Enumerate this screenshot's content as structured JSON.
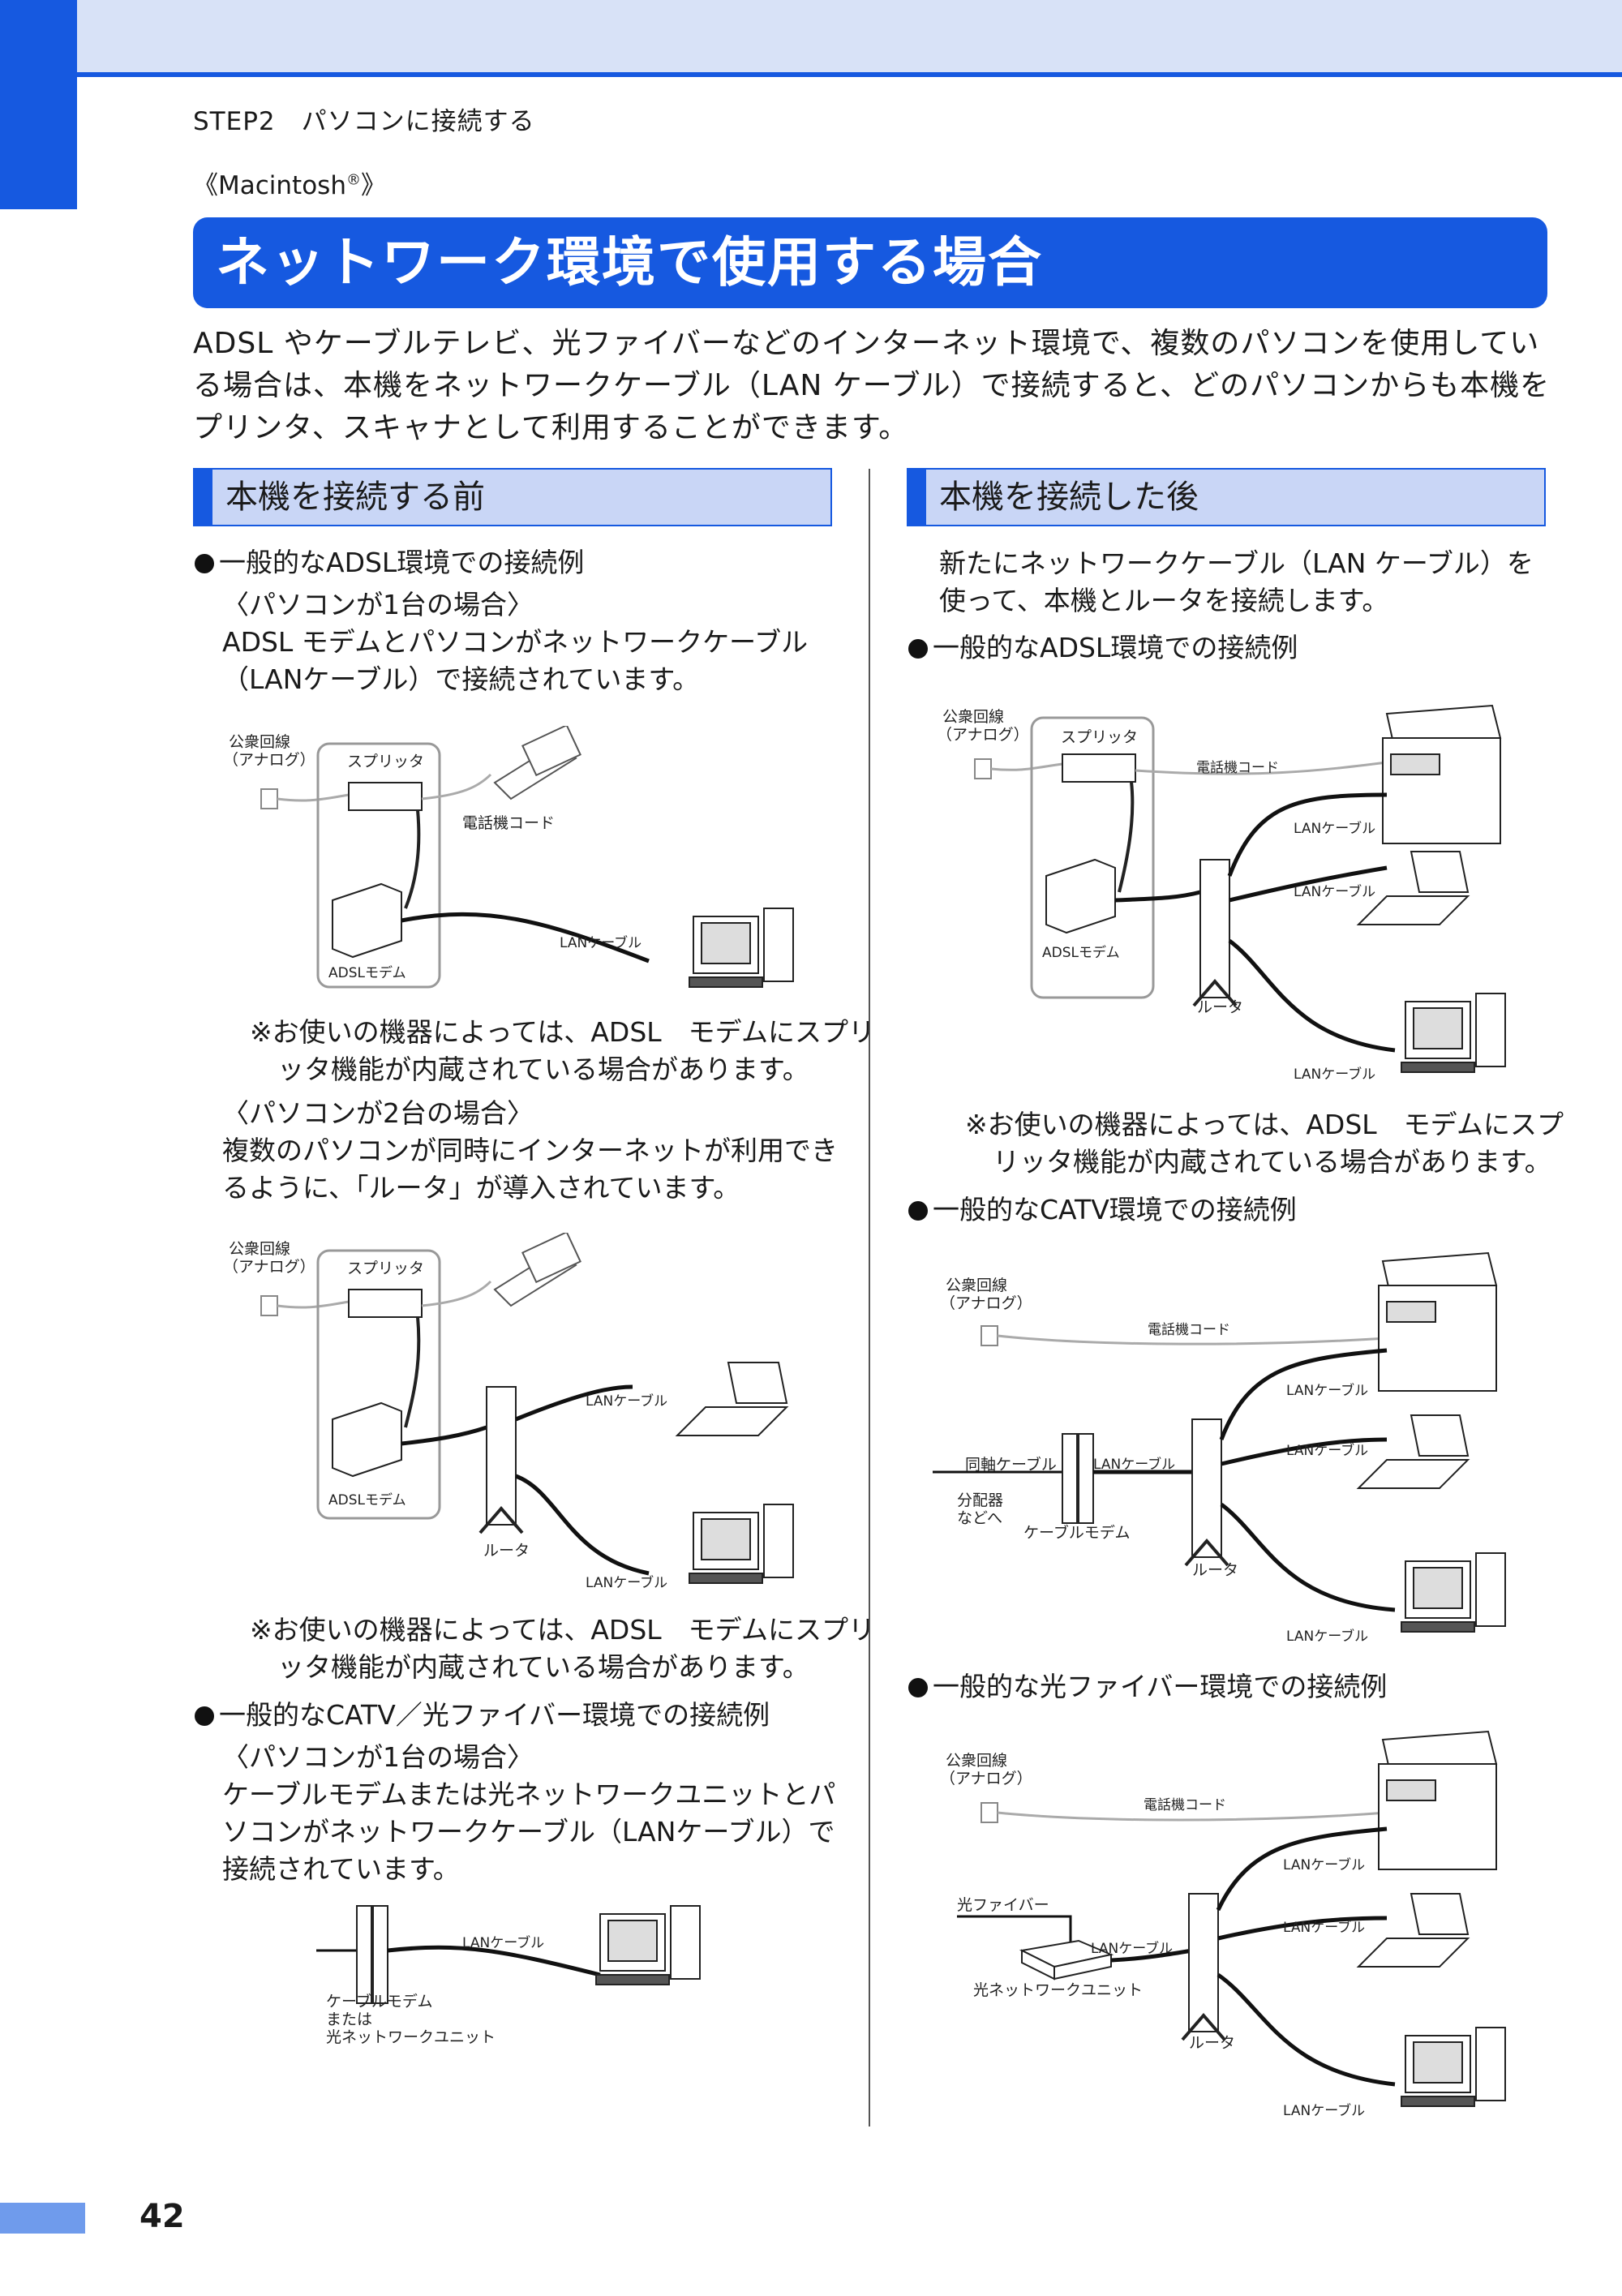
{
  "header": {
    "step": "STEP2　パソコンに接続する",
    "os_label": "《Macintosh",
    "os_reg": "®",
    "os_close": "》"
  },
  "title": "ネットワーク環境で使用する場合",
  "intro": "ADSL やケーブルテレビ、光ファイバーなどのインターネット環境で、複数のパソコンを使用している場合は、本機をネットワークケーブル（LAN ケーブル）で接続すると、どのパソコンからも本機をプリンタ、スキャナとして利用することができます。",
  "left": {
    "heading": "本機を接続する前",
    "b1": "一般的なADSL環境での接続例",
    "c1_sub": "〈パソコンが1台の場合〉",
    "c1_desc": "ADSL モデムとパソコンがネットワークケーブル（LANケーブル）で接続されています。",
    "note1": "※お使いの機器によっては、ADSL　モデムにスプリッタ機能が内蔵されている場合があります。",
    "c2_sub": "〈パソコンが2台の場合〉",
    "c2_desc": "複数のパソコンが同時にインターネットが利用できるように、「ルータ」が導入されています。",
    "note2": "※お使いの機器によっては、ADSL　モデムにスプリッタ機能が内蔵されている場合があります。",
    "b2": "一般的なCATV／光ファイバー環境での接続例",
    "c3_sub": "〈パソコンが1台の場合〉",
    "c3_desc": "ケーブルモデムまたは光ネットワークユニットとパソコンがネットワークケーブル（LANケーブル）で接続されています。"
  },
  "right": {
    "heading": "本機を接続した後",
    "desc": "新たにネットワークケーブル（LAN ケーブル）を使って、本機とルータを接続します。",
    "b1": "一般的なADSL環境での接続例",
    "note1": "※お使いの機器によっては、ADSL　モデムにスプリッタ機能が内蔵されている場合があります。",
    "b2": "一般的なCATV環境での接続例",
    "b3": "一般的な光ファイバー環境での接続例"
  },
  "diagram_labels": {
    "line1": "公衆回線",
    "line2": "（アナログ）",
    "splitter": "スプリッタ",
    "phone_cord": "電話機コード",
    "lan_cable": "LANケーブル",
    "adsl_modem": "ADSLモデム",
    "router": "ルータ",
    "coax": "同軸ケーブル",
    "to_splitter_1": "分配器",
    "to_splitter_2": "などへ",
    "cable_modem": "ケーブルモデム",
    "or": "または",
    "onu": "光ネットワークユニット",
    "fiber": "光ファイバー"
  },
  "page_number": "42"
}
